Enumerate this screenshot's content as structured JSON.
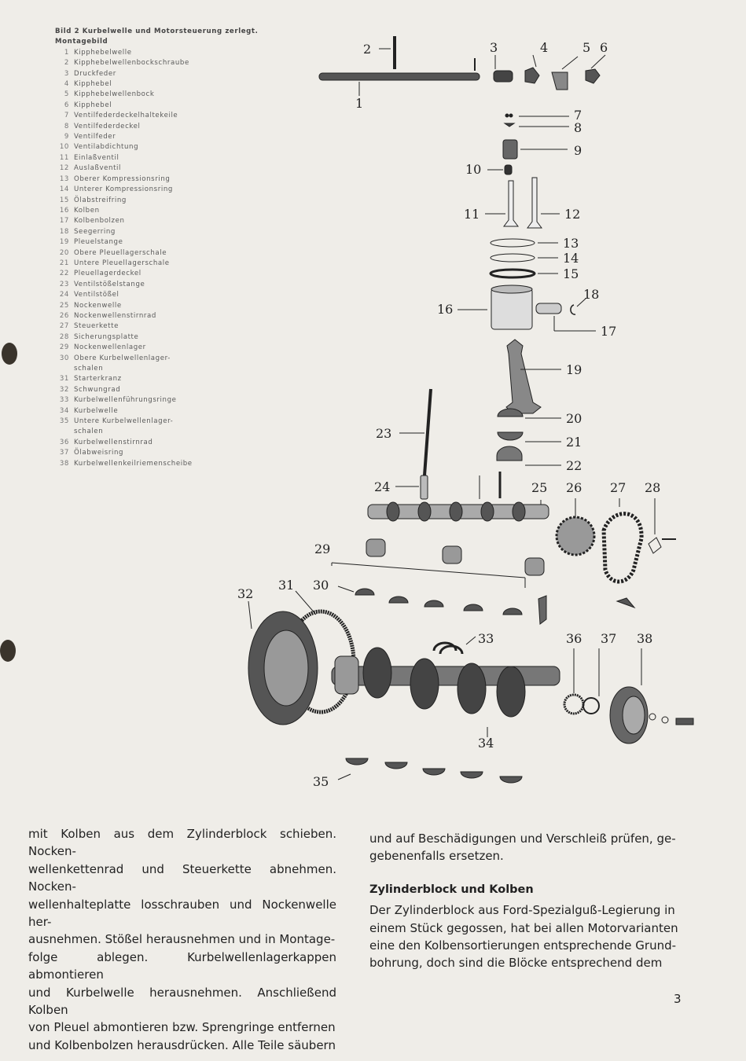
{
  "caption": {
    "title_line1": "Bild 2  Kurbelwelle und Motorsteuerung zerlegt.",
    "title_line2": "Montagebild",
    "items": [
      {
        "num": "1",
        "label": "Kipphebelwelle"
      },
      {
        "num": "2",
        "label": "Kipphebelwellenbockschraube"
      },
      {
        "num": "3",
        "label": "Druckfeder"
      },
      {
        "num": "4",
        "label": "Kipphebel"
      },
      {
        "num": "5",
        "label": "Kipphebelwellenbock"
      },
      {
        "num": "6",
        "label": "Kipphebel"
      },
      {
        "num": "7",
        "label": "Ventilfederdeckelhaltekeile"
      },
      {
        "num": "8",
        "label": "Ventilfederdeckel"
      },
      {
        "num": "9",
        "label": "Ventilfeder"
      },
      {
        "num": "10",
        "label": "Ventilabdichtung"
      },
      {
        "num": "11",
        "label": "Einlaßventil"
      },
      {
        "num": "12",
        "label": "Auslaßventil"
      },
      {
        "num": "13",
        "label": "Oberer Kompressionsring"
      },
      {
        "num": "14",
        "label": "Unterer Kompressionsring"
      },
      {
        "num": "15",
        "label": "Ölabstreifring"
      },
      {
        "num": "16",
        "label": "Kolben"
      },
      {
        "num": "17",
        "label": "Kolbenbolzen"
      },
      {
        "num": "18",
        "label": "Seegerring"
      },
      {
        "num": "19",
        "label": "Pleuelstange"
      },
      {
        "num": "20",
        "label": "Obere Pleuellagerschale"
      },
      {
        "num": "21",
        "label": "Untere Pleuellagerschale"
      },
      {
        "num": "22",
        "label": "Pleuellagerdeckel"
      },
      {
        "num": "23",
        "label": "Ventilstößelstange"
      },
      {
        "num": "24",
        "label": "Ventilstößel"
      },
      {
        "num": "25",
        "label": "Nockenwelle"
      },
      {
        "num": "26",
        "label": "Nockenwellenstirnrad"
      },
      {
        "num": "27",
        "label": "Steuerkette"
      },
      {
        "num": "28",
        "label": "Sicherungsplatte"
      },
      {
        "num": "29",
        "label": "Nockenwellenlager"
      },
      {
        "num": "30",
        "label": "Obere Kurbelwellenlager-"
      },
      {
        "num": "",
        "label": "schalen"
      },
      {
        "num": "31",
        "label": "Starterkranz"
      },
      {
        "num": "32",
        "label": "Schwungrad"
      },
      {
        "num": "33",
        "label": "Kurbelwellenführungsringe"
      },
      {
        "num": "34",
        "label": "Kurbelwelle"
      },
      {
        "num": "35",
        "label": "Untere Kurbelwellenlager-"
      },
      {
        "num": "",
        "label": "schalen"
      },
      {
        "num": "36",
        "label": "Kurbelwellenstirnrad"
      },
      {
        "num": "37",
        "label": "Ölabweisring"
      },
      {
        "num": "38",
        "label": "Kurbelwellenkeilriemenscheibe"
      }
    ]
  },
  "diagram_labels": {
    "l1": "1",
    "l2": "2",
    "l3": "3",
    "l4": "4",
    "l5": "5",
    "l6": "6",
    "l7": "7",
    "l8": "8",
    "l9": "9",
    "l10": "10",
    "l11": "11",
    "l12": "12",
    "l13": "13",
    "l14": "14",
    "l15": "15",
    "l16": "16",
    "l17": "17",
    "l18": "18",
    "l19": "19",
    "l20": "20",
    "l21": "21",
    "l22": "22",
    "l23": "23",
    "l24": "24",
    "l25": "25",
    "l26": "26",
    "l27": "27",
    "l28": "28",
    "l29": "29",
    "l30": "30",
    "l31": "31",
    "l32": "32",
    "l33": "33",
    "l34": "34",
    "l35": "35",
    "l36": "36",
    "l37": "37",
    "l38": "38"
  },
  "left_column": {
    "lines": [
      "mit Kolben aus dem Zylinderblock schieben. Nocken-",
      "wellenkettenrad und Steuerkette abnehmen. Nocken-",
      "wellenhalteplatte losschrauben und Nockenwelle her-",
      "ausnehmen. Stößel herausnehmen und in Montage-",
      "folge ablegen. Kurbelwellenlagerkappen abmontieren",
      "und Kurbelwelle herausnehmen. Anschließend Kolben",
      "von Pleuel abmontieren bzw. Sprengringe entfernen",
      "und Kolbenbolzen herausdrücken. Alle Teile säubern"
    ]
  },
  "right_column": {
    "intro_lines": [
      "und auf Beschädigungen und Verschleiß prüfen, ge-",
      "gebenenfalls ersetzen."
    ],
    "heading": "Zylinderblock und Kolben",
    "body_lines": [
      "Der Zylinderblock aus Ford-Spezialguß-Legierung in",
      "einem Stück gegossen, hat bei allen Motorvarianten",
      "eine den Kolbensortierungen entsprechende Grund-",
      "bohrung, doch sind die Blöcke entsprechend dem"
    ]
  },
  "page_number": "3"
}
